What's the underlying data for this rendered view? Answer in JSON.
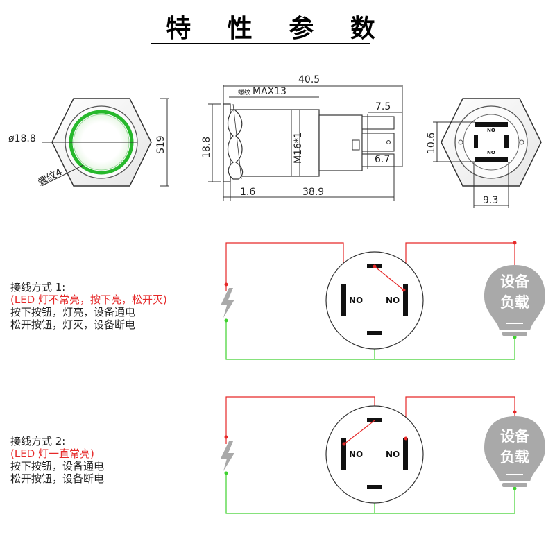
{
  "title": "特 性 参 数",
  "dimensions": {
    "diameter": "ø18.8",
    "thread": "螺纹4",
    "hex": "S19",
    "thread_length_label": "螺纹",
    "thread_length": "MAX13",
    "total_length": "40.5",
    "terminal_length": "7.5",
    "body_height": "18.8",
    "thread_spec": "M16*1",
    "terminal_width": "6.7",
    "bezel": "1.6",
    "body_length": "38.9",
    "rear_height": "10.6",
    "rear_width": "9.3"
  },
  "contact_label": "NO",
  "load_label": [
    "设备",
    "负载"
  ],
  "wiring": [
    {
      "title": "接线方式 1:",
      "note": "(LED 灯不常亮，按下亮，松开灭)",
      "lines": [
        "按下按钮，灯亮，设备通电",
        "松开按钮，灯灭，设备断电"
      ]
    },
    {
      "title": "接线方式 2:",
      "note": "(LED 灯一直常亮)",
      "lines": [
        "按下按钮，设备通电",
        "松开按钮，设备断电"
      ]
    }
  ],
  "colors": {
    "red_wire": "#e62828",
    "green_wire": "#3fd12f",
    "led_ring": "#27b82c",
    "load_gray": "#a9a9a9"
  }
}
